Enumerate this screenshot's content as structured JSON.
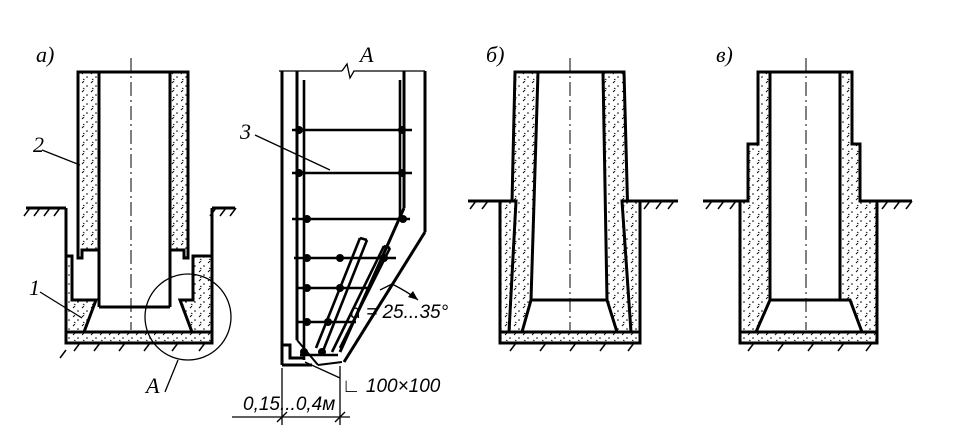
{
  "labels": {
    "variant_a": "а)",
    "variant_b": "б)",
    "variant_v": "в)",
    "detail_title": "А",
    "detail_callout": "А",
    "callout_1": "1",
    "callout_2": "2",
    "callout_3": "3",
    "angle": "α = 25...35°",
    "angle_profile": "∟ 100×100",
    "dimension": "0,15...0,4м"
  }
}
